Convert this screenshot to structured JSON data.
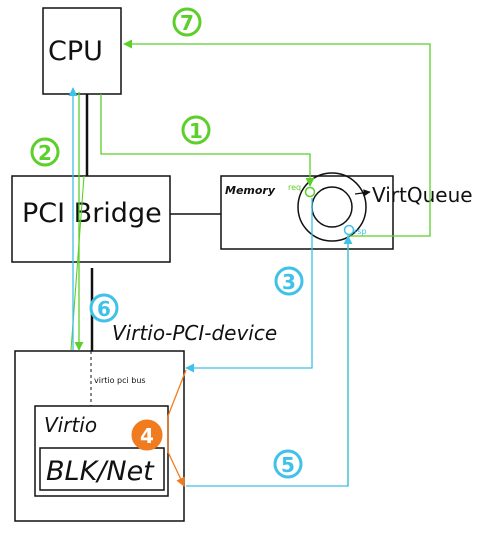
{
  "nodes": {
    "cpu": "CPU",
    "pci_bridge": "PCI Bridge",
    "memory": "Memory",
    "virtqueue": "VirtQueue",
    "req": "req",
    "rsp": "rsp",
    "virtio_pci_device": "Virtio-PCI-device",
    "virtio_pci_bus": "virtio pci bus",
    "virtio": "Virtio",
    "blk_net": "BLK/Net"
  },
  "steps": [
    "1",
    "2",
    "3",
    "4",
    "5",
    "6",
    "7"
  ],
  "colors": {
    "green": "#5ccf2a",
    "cyan": "#3fc1e8",
    "orange": "#f07c1f",
    "ink": "#111111"
  }
}
